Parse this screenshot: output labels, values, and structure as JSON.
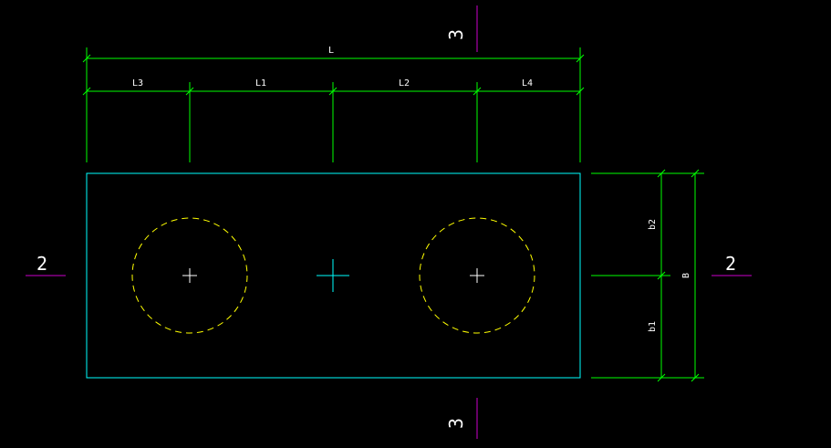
{
  "drawing": {
    "colors": {
      "background": "#000000",
      "dimension": "#00ff00",
      "outline": "#00ffff",
      "hole": "#ffff00",
      "center_mark": "#ffffff",
      "section_mark": "#cc00cc",
      "section_text": "#ffffff"
    },
    "dimensions": {
      "overall_length": "L",
      "L3": "L3",
      "L1": "L1",
      "L2": "L2",
      "L4": "L4",
      "b2": "b2",
      "b1": "b1",
      "B": "B"
    },
    "sections": {
      "left": "2",
      "right": "2",
      "top": "3",
      "bottom": "3"
    }
  }
}
